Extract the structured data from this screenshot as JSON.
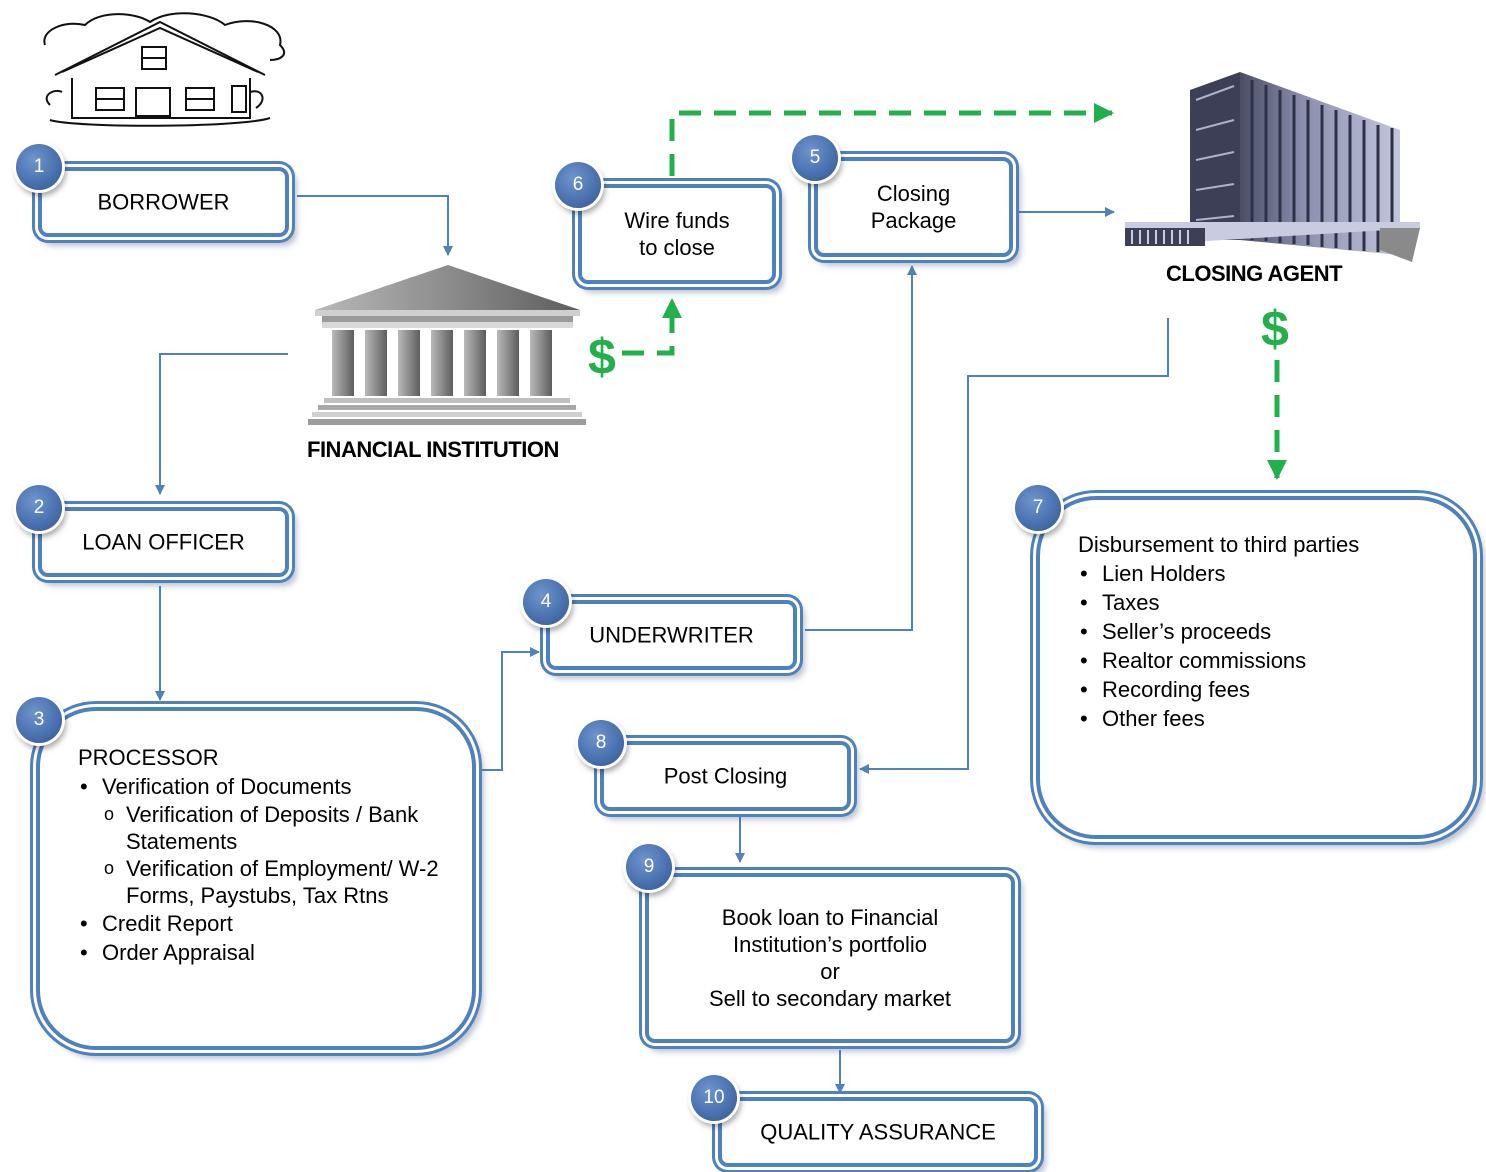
{
  "steps": {
    "s1": {
      "number": "1",
      "label": "BORROWER"
    },
    "s2": {
      "number": "2",
      "label": "LOAN OFFICER"
    },
    "s3": {
      "number": "3",
      "title": "PROCESSOR",
      "items": [
        {
          "text": "Verification of Documents",
          "sub": [
            "Verification of Deposits / Bank Statements",
            "Verification of Employment/ W-2 Forms, Paystubs, Tax Rtns"
          ]
        },
        {
          "text": "Credit Report"
        },
        {
          "text": "Order Appraisal"
        }
      ]
    },
    "s4": {
      "number": "4",
      "label": "UNDERWRITER"
    },
    "s5": {
      "number": "5",
      "line1": "Closing",
      "line2": "Package"
    },
    "s6": {
      "number": "6",
      "line1": "Wire funds",
      "line2": "to close"
    },
    "s7": {
      "number": "7",
      "title": "Disbursement to third parties",
      "items": [
        "Lien Holders",
        "Taxes",
        "Seller’s proceeds",
        "Realtor commissions",
        "Recording fees",
        "Other fees"
      ]
    },
    "s8": {
      "number": "8",
      "label": "Post Closing"
    },
    "s9": {
      "number": "9",
      "line1": "Book loan to Financial",
      "line2": "Institution’s portfolio",
      "line3": "or",
      "line4": "Sell to secondary market"
    },
    "s10": {
      "number": "10",
      "label": "QUALITY ASSURANCE"
    }
  },
  "entities": {
    "financial_institution": "FINANCIAL INSTITUTION",
    "closing_agent": "CLOSING AGENT"
  },
  "money_symbol": "$",
  "colors": {
    "box_border": "#4f81bd",
    "flow_arrow": "#4f81bd",
    "money_arrow": "#22b04b",
    "badge": "#4a72b0"
  },
  "icons": [
    "house-sketch-icon",
    "bank-building-icon",
    "office-tower-icon"
  ]
}
